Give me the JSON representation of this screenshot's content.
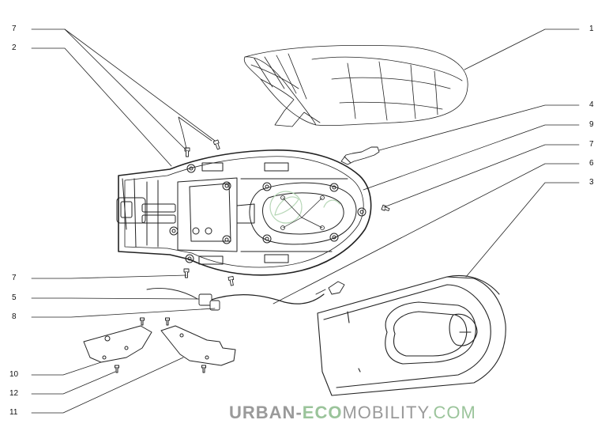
{
  "diagram": {
    "callouts": {
      "c1": "1",
      "c2": "2",
      "c3": "3",
      "c4": "4",
      "c5": "5",
      "c6": "6",
      "c7a": "7",
      "c7b": "7",
      "c7c": "7",
      "c8": "8",
      "c9": "9",
      "c10": "10",
      "c11": "11",
      "c12": "12"
    }
  },
  "watermark": {
    "part1": "URBAN",
    "part2": "-",
    "part3": "ECO",
    "part4": "MOBILITY",
    "part5": ".COM"
  },
  "colors": {
    "line": "#222222",
    "watermark_gray": "#9a9a9a",
    "watermark_green": "#9bc49b"
  }
}
